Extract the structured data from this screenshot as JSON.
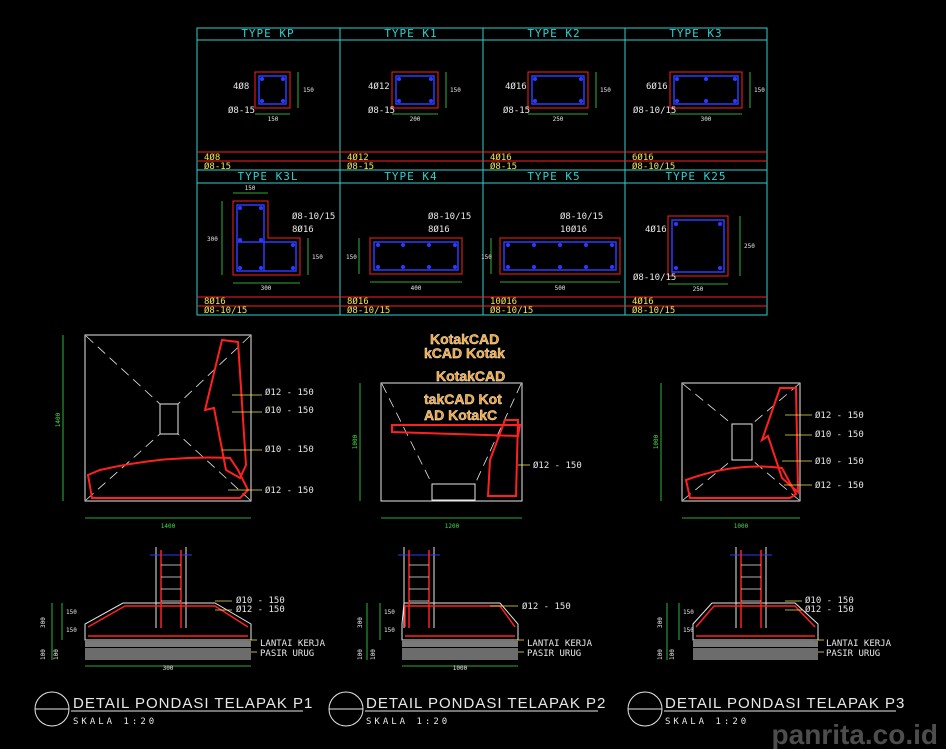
{
  "column_schedule": {
    "row1": [
      {
        "type": "TYPE  KP",
        "dim_w": "150",
        "dim_h": "150",
        "main_bar": "4Ø8",
        "stirrup": "Ø8-15",
        "sched_main": "4Ø8",
        "sched_stirrup": "Ø8-15"
      },
      {
        "type": "TYPE  K1",
        "dim_w": "200",
        "dim_h": "150",
        "main_bar": "4Ø12",
        "stirrup": "Ø8-15",
        "sched_main": "4Ø12",
        "sched_stirrup": "Ø8-15"
      },
      {
        "type": "TYPE  K2",
        "dim_w": "250",
        "dim_h": "150",
        "main_bar": "4Ø16",
        "stirrup": "Ø8-15",
        "sched_main": "4Ø16",
        "sched_stirrup": "Ø8-15"
      },
      {
        "type": "TYPE  K3",
        "dim_w": "300",
        "dim_h": "150",
        "main_bar": "6Ø16",
        "stirrup": "Ø8-10/15",
        "sched_main": "6Ø16",
        "sched_stirrup": "Ø8-10/15"
      }
    ],
    "row2": [
      {
        "type": "TYPE  K3L",
        "dim_top": "150",
        "dim_left": "300",
        "dim_right": "150",
        "dim_bottom": "300",
        "stirrup": "Ø8-10/15",
        "main_bar": "8Ø16",
        "sched_main": "8Ø16",
        "sched_stirrup": "Ø8-10/15"
      },
      {
        "type": "TYPE  K4",
        "dim_w": "400",
        "dim_h": "150",
        "stirrup": "Ø8-10/15",
        "main_bar": "8Ø16",
        "sched_main": "8Ø16",
        "sched_stirrup": "Ø8-10/15"
      },
      {
        "type": "TYPE  K5",
        "dim_w": "500",
        "dim_h": "150",
        "stirrup": "Ø8-10/15",
        "main_bar": "10Ø16",
        "sched_main": "10Ø16",
        "sched_stirrup": "Ø8-10/15"
      },
      {
        "type": "TYPE  K25",
        "dim_w": "250",
        "dim_h": "250",
        "main_bar": "4Ø16",
        "stirrup": "Ø8-10/15",
        "sched_main": "4Ø16",
        "sched_stirrup": "Ø8-10/15"
      }
    ]
  },
  "footings": [
    {
      "plan_width": "1400",
      "plan_height": "1400",
      "bar_labels": [
        "Ø12 - 150",
        "Ø10 - 150",
        "Ø10 - 150",
        "Ø12 - 150"
      ],
      "section_labels": [
        "Ø10 - 150",
        "Ø12 - 150",
        "LANTAI KERJA",
        "PASIR URUG"
      ],
      "section_width": "300",
      "section_dims": [
        "150",
        "150",
        "300",
        "100",
        "100"
      ],
      "title": "DETAIL PONDASI TELAPAK P1",
      "scale": "SKALA 1:20"
    },
    {
      "plan_width": "1200",
      "plan_height": "1000",
      "bar_labels": [
        "Ø12 - 150"
      ],
      "section_labels": [
        "Ø12 - 150",
        "LANTAI KERJA",
        "PASIR URUG"
      ],
      "section_width": "1000",
      "section_dims": [
        "150",
        "150",
        "300",
        "100",
        "100"
      ],
      "title": "DETAIL PONDASI TELAPAK P2",
      "scale": "SKALA 1:20"
    },
    {
      "plan_width": "1000",
      "plan_height": "1000",
      "bar_labels": [
        "Ø12 - 150",
        "Ø10 - 150",
        "Ø10 - 150",
        "Ø12 - 150"
      ],
      "section_labels": [
        "Ø10 - 150",
        "Ø12 - 150",
        "LANTAI KERJA",
        "PASIR URUG"
      ],
      "section_width": "",
      "section_dims": [
        "150",
        "150",
        "300",
        "100",
        "100"
      ],
      "title": "DETAIL PONDASI TELAPAK P3",
      "scale": "SKALA 1:20"
    }
  ],
  "watermark": {
    "lines": [
      "KotakCAD",
      "kCAD Kotak",
      "KotakCAD",
      "takCAD Kot",
      "AD KotakC"
    ],
    "brand": "panrita.co.id"
  },
  "colors": {
    "background": "#000000",
    "grid_line": "#2fd0d0",
    "concrete_outline": "#ff2020",
    "rebar": "#2a3cff",
    "text_white": "#e8e8e8",
    "text_yellow": "#f2e34a",
    "dimension_green": "#3ee04a",
    "watermark_orange": "#f59a1e"
  }
}
